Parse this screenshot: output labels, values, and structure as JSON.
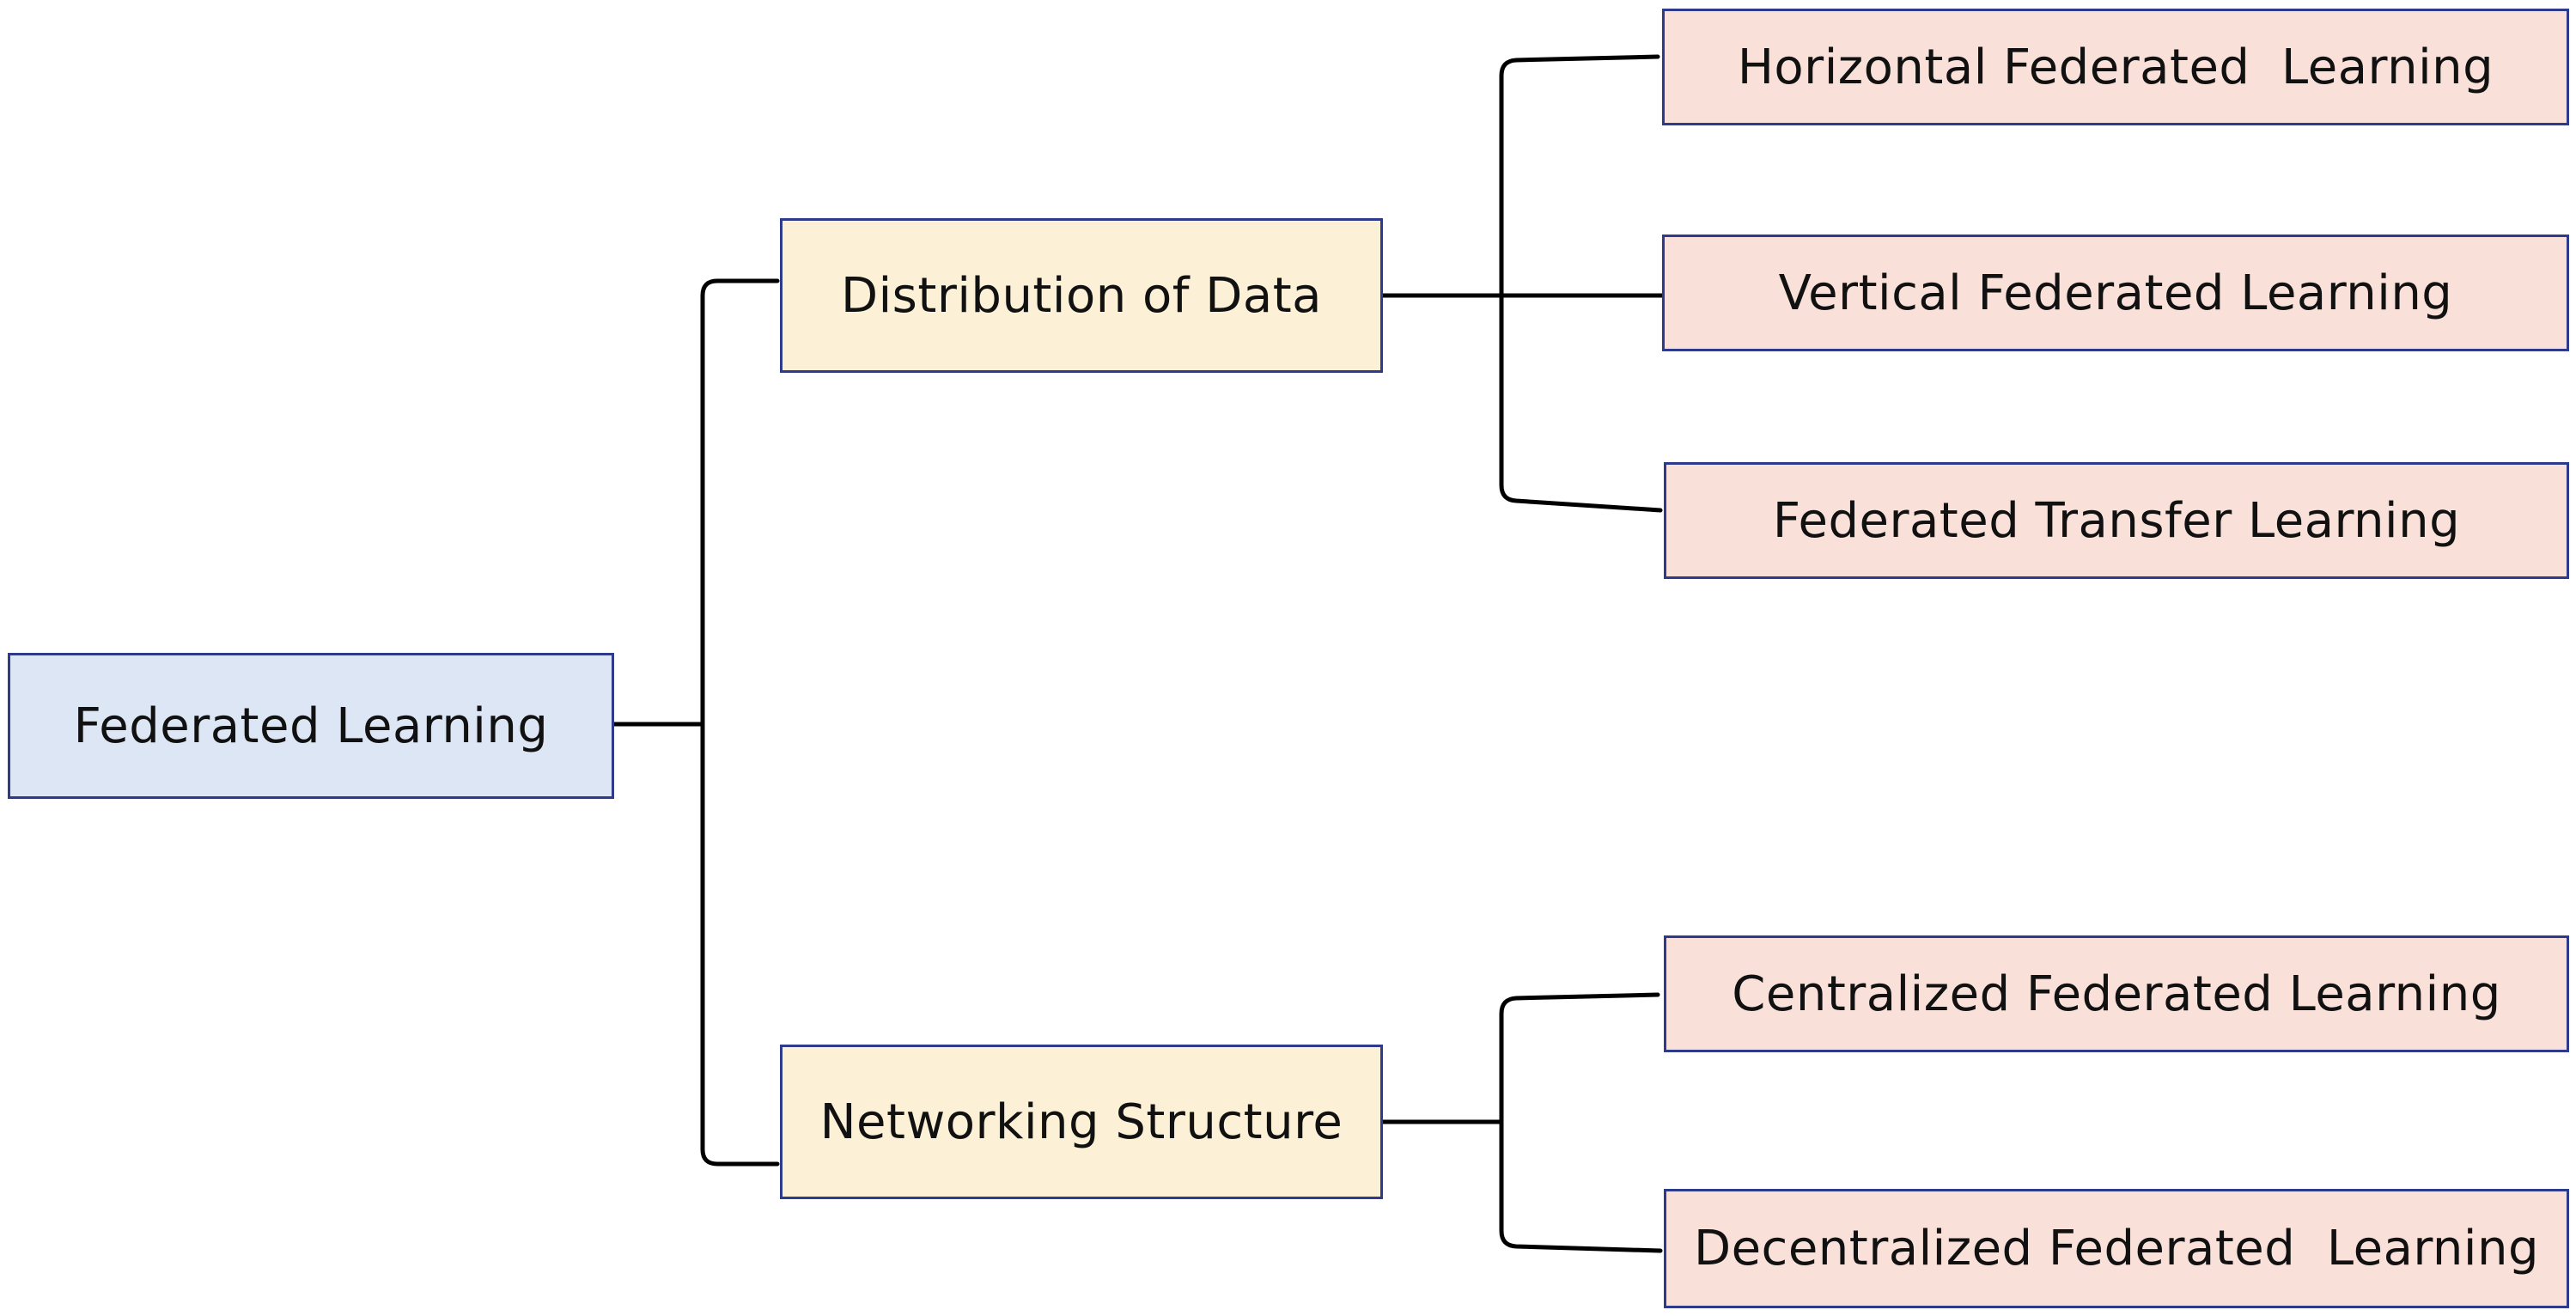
{
  "colors": {
    "root_fill": "#dce6f4",
    "category_fill": "#fcf1d6",
    "leaf_fill": "#f9e1da",
    "border": "#2e3a8c",
    "connector": "#000000"
  },
  "root": {
    "label": "Federated Learning"
  },
  "categories": [
    {
      "label": "Distribution of Data",
      "children": [
        {
          "label": "Horizontal Federated  Learning"
        },
        {
          "label": "Vertical Federated Learning"
        },
        {
          "label": "Federated Transfer Learning"
        }
      ]
    },
    {
      "label": "Networking Structure",
      "children": [
        {
          "label": "Centralized Federated Learning"
        },
        {
          "label": "Decentralized Federated  Learning"
        }
      ]
    }
  ]
}
